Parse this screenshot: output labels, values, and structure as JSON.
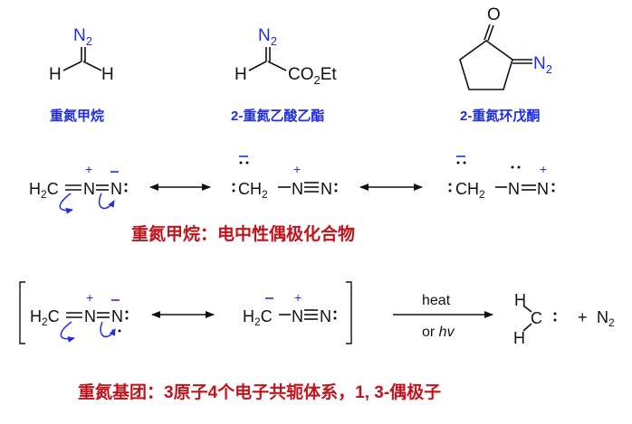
{
  "structures": {
    "diazomethane": {
      "n2": "N",
      "n2_sub": "2",
      "h_left": "H",
      "h_right": "H",
      "name": "重氮甲烷"
    },
    "ethyl_diazoacetate": {
      "n2": "N",
      "n2_sub": "2",
      "h_left": "H",
      "ester_co": "CO",
      "ester_sub": "2",
      "ester_et": "Et",
      "name": "2-重氮乙酸乙酯"
    },
    "diazocyclopentanone": {
      "o": "O",
      "n2": "N",
      "n2_sub": "2",
      "name": "2-重氮环戊酮"
    }
  },
  "resonance_row": {
    "form1": {
      "h2c": "H",
      "h2c_sub": "2",
      "c": "C",
      "n1": "N",
      "n2": "N"
    },
    "form2": {
      "ch2": "CH",
      "ch2_sub": "2",
      "n1": "N",
      "n2": "N"
    },
    "form3": {
      "ch2": "CH",
      "ch2_sub": "2",
      "n1": "N",
      "n2": "N"
    },
    "caption": "重氮甲烷：电中性偶极化合物"
  },
  "bracket_row": {
    "form1": {
      "h2c": "H",
      "h2c_sub": "2",
      "c": "C",
      "n1": "N",
      "n2": "N"
    },
    "form2": {
      "h2c": "H",
      "h2c_sub": "2",
      "c": "C",
      "n1": "N",
      "n2": "N"
    },
    "arrow_top": "heat",
    "arrow_bottom_or": "or ",
    "arrow_bottom_hv": "hv",
    "carbene_h_top": "H",
    "carbene_c": "C",
    "carbene_h_bottom": "H",
    "plus": "+",
    "product_n2": "N",
    "product_n2_sub": "2",
    "caption": "重氮基团：3原子4个电子共轭体系，1, 3-偶极子"
  },
  "colors": {
    "charge_blue": "#1f2ee6",
    "caption_red": "#c0141c"
  }
}
